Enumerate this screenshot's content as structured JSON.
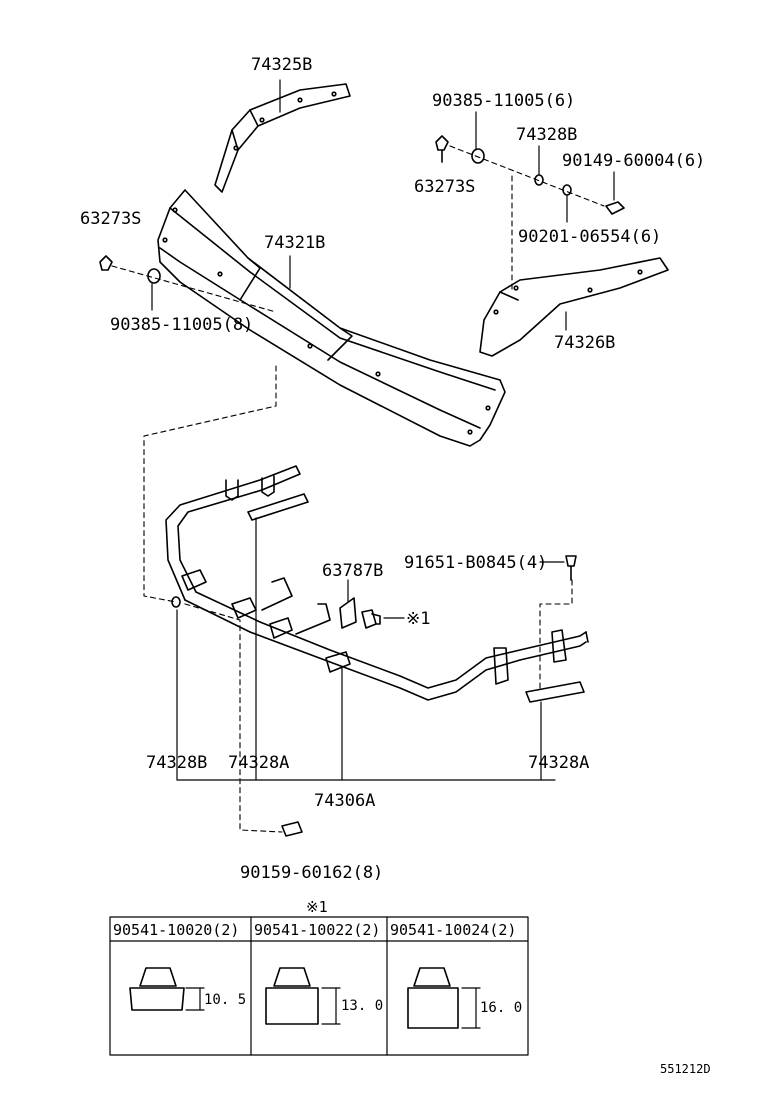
{
  "diagram": {
    "parts": {
      "p74325B": "74325B",
      "p90385_top": "90385-11005(6)",
      "p74328B_top": "74328B",
      "p90149": "90149-60004(6)",
      "p63273S_right": "63273S",
      "p63273S_left": "63273S",
      "p74321B": "74321B",
      "p90201": "90201-06554(6)",
      "p90385_left": "90385-11005(8)",
      "p74326B": "74326B",
      "p63787B": "63787B",
      "p91651": "91651-B0845(4)",
      "p_ref_mark": "※1",
      "p74328B_bottom": "74328B",
      "p74328A_mid": "74328A",
      "p74328A_right": "74328A",
      "p74306A": "74306A",
      "p90159": "90159-60162(8)"
    },
    "table": {
      "ref_mark": "※1",
      "columns": [
        {
          "part": "90541-10020(2)",
          "dimension": "10. 5"
        },
        {
          "part": "90541-10022(2)",
          "dimension": "13. 0"
        },
        {
          "part": "90541-10024(2)",
          "dimension": "16. 0"
        }
      ]
    },
    "drawing_code": "551212D"
  }
}
